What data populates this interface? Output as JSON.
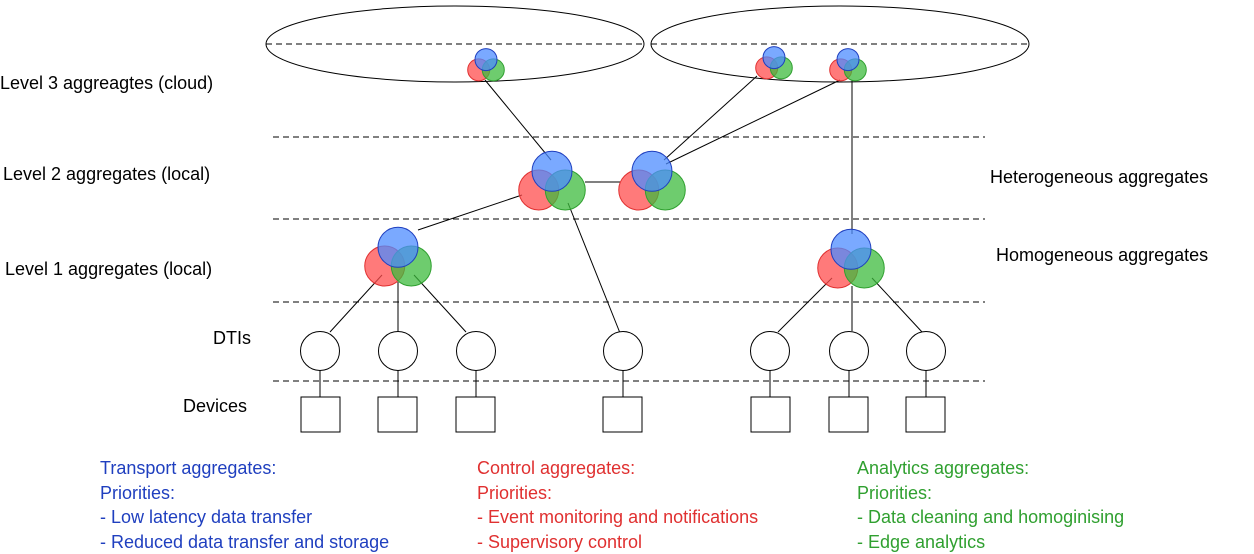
{
  "colors": {
    "transport": "#1f3fbf",
    "control": "#e03030",
    "analytics": "#30a030",
    "blue_fill": "#4d8cff",
    "red_fill": "#ff4d4d",
    "green_fill": "#3dbb3d"
  },
  "levels": {
    "level3": "Level 3 aggreagtes (cloud)",
    "level2": "Level 2 aggregates (local)",
    "level1": "Level 1 aggregates (local)",
    "dtis": "DTIs",
    "devices": "Devices"
  },
  "annotations": {
    "heterogeneous": "Heterogeneous aggregates",
    "homogeneous": "Homogeneous aggregates"
  },
  "legend": {
    "transport": {
      "title": "Transport aggregates:",
      "priorities": "Priorities:",
      "items": [
        "- Low latency data transfer",
        "- Reduced data transfer and storage"
      ]
    },
    "control": {
      "title": "Control aggregates:",
      "priorities": "Priorities:",
      "items": [
        "- Event monitoring and notifications",
        "- Supervisory control"
      ]
    },
    "analytics": {
      "title": "Analytics aggregates:",
      "priorities": "Priorities:",
      "items": [
        "- Data cleaning and homoginising",
        "- Edge analytics"
      ]
    }
  }
}
